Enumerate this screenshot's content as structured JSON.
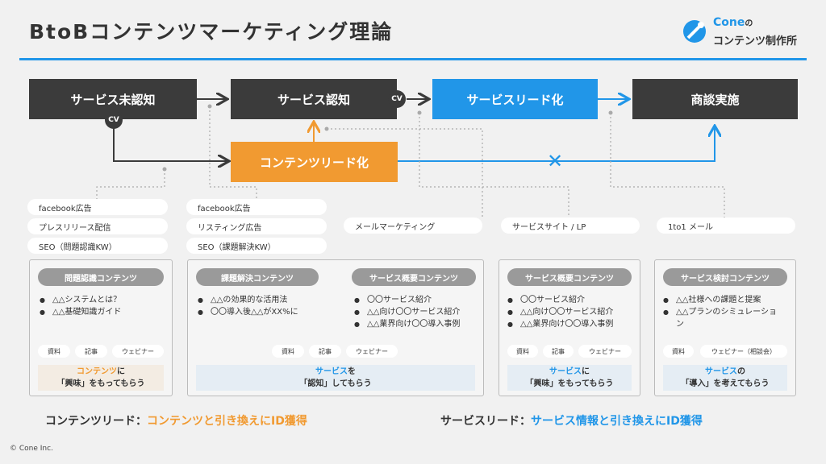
{
  "title": "BtoBコンテンツマーケティング理論",
  "logo": {
    "brand": "Cone",
    "no": "の",
    "sub": "コンテンツ制作所",
    "icon": "cone-logo-icon"
  },
  "colors": {
    "dark": "#3b3b3b",
    "blue": "#2196e8",
    "orange": "#f19a31",
    "gray": "#9a9a9a"
  },
  "stages": {
    "s1": "サービス未認知",
    "s2": "サービス認知",
    "s3": "サービスリード化",
    "s4": "商談実施",
    "content_lead": "コンテンツリード化"
  },
  "cv": [
    "CV",
    "CV"
  ],
  "cross": "✕",
  "channels": {
    "col1": [
      "facebook広告",
      "プレスリリース配信",
      "SEO（問題認識KW）"
    ],
    "col2": [
      "facebook広告",
      "リスティング広告",
      "SEO（課題解決KW）"
    ],
    "col3": "メールマーケティング",
    "col4": "サービスサイト / LP",
    "col5": "1to1 メール"
  },
  "panels": {
    "p1": {
      "header": "問題認識コンテンツ",
      "items": [
        "△△システムとは？",
        "△△基礎知識ガイド"
      ],
      "tags": [
        "資料",
        "記事",
        "ウェビナー"
      ],
      "note_accent": "コンテンツ",
      "note_rest1": "に",
      "note_line2": "「興味」をもってもらう"
    },
    "p2": {
      "header_a": "課題解決コンテンツ",
      "items_a": [
        "△△の効果的な活用法",
        "〇〇導入後△△がXX%に"
      ],
      "header_b": "サービス概要コンテンツ",
      "items_b": [
        "〇〇サービス紹介",
        "△△向け〇〇サービス紹介",
        "△△業界向け〇〇導入事例"
      ],
      "tags": [
        "資料",
        "記事",
        "ウェビナー"
      ],
      "note_accent": "サービス",
      "note_rest1": "を",
      "note_line2": "「認知」してもらう"
    },
    "p3": {
      "header": "サービス概要コンテンツ",
      "items": [
        "〇〇サービス紹介",
        "△△向け〇〇サービス紹介",
        "△△業界向け〇〇導入事例"
      ],
      "tags": [
        "資料",
        "記事",
        "ウェビナー"
      ],
      "note_accent": "サービス",
      "note_rest1": "に",
      "note_line2": "「興味」をもってもらう"
    },
    "p4": {
      "header": "サービス検討コンテンツ",
      "items": [
        "△△社様への課題と提案",
        "△△プランのシミュレーション"
      ],
      "tags": [
        "資料",
        "ウェビナー（相談会）"
      ],
      "note_accent": "サービス",
      "note_rest1": "の",
      "note_line2": "「導入」を考えてもらう"
    }
  },
  "legend": {
    "content_label": "コンテンツリード：",
    "content_value": "コンテンツと引き換えにID獲得",
    "service_label": "サービスリード：",
    "service_value": "サービス情報と引き換えにID獲得"
  },
  "copyright": "© Cone Inc."
}
